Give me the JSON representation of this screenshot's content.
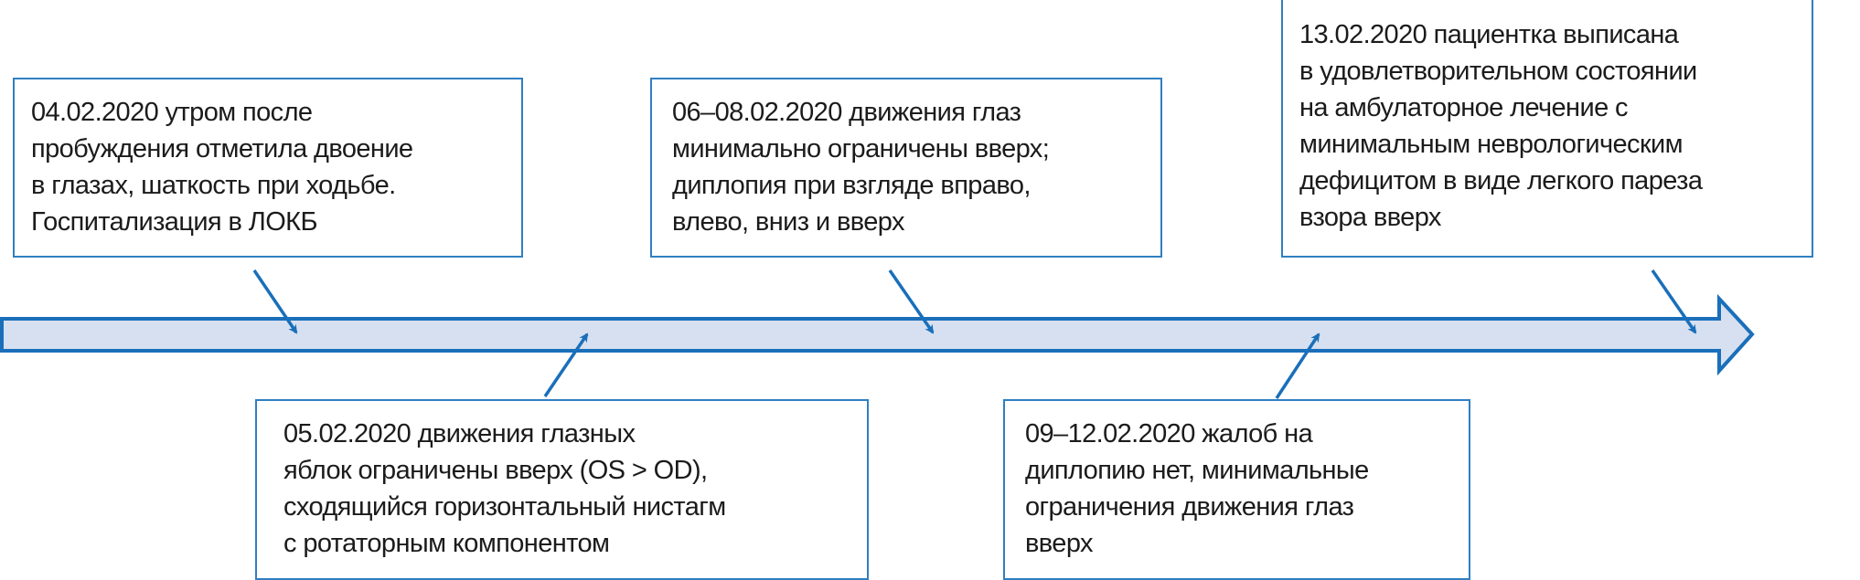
{
  "colors": {
    "accent": "#1a6fba",
    "bar_fill": "#d7e0f0",
    "border": "#2f7fc1",
    "text": "#1b1b1b"
  },
  "events": [
    {
      "id": "e1",
      "lines": [
        "04.02.2020 утром после",
        "пробуждения отметила двоение",
        "в глазах, шаткость при ходьбе.",
        "Госпитализация в ЛОКБ"
      ]
    },
    {
      "id": "e2",
      "lines": [
        "05.02.2020 движения глазных",
        "яблок ограничены вверх (OS > OD),",
        "сходящийся горизонтальный нистагм",
        "с ротаторным компонентом"
      ]
    },
    {
      "id": "e3",
      "lines": [
        "06–08.02.2020 движения глаз",
        "минимально ограничены вверх;",
        "диплопия при взгляде вправо,",
        "влево, вниз и вверх"
      ]
    },
    {
      "id": "e4",
      "lines": [
        "09–12.02.2020 жалоб на",
        "диплопию нет, минимальные",
        "ограничения движения глаз",
        "вверх"
      ]
    },
    {
      "id": "e5",
      "lines": [
        "13.02.2020 пациентка выписана",
        "в удовлетворительном состоянии",
        "на амбулаторное лечение с",
        "минимальным неврологическим",
        "дефицитом в виде легкого пареза",
        "взора вверх"
      ]
    }
  ]
}
